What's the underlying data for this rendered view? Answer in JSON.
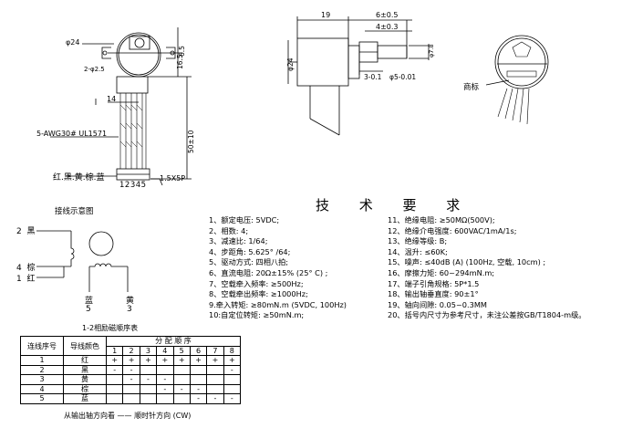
{
  "drawing": {
    "front_view": {
      "diameter_label": "φ24",
      "mount_hole_label": "2-φ2.5",
      "dim_14": "14",
      "dim_165": "16.5",
      "dim_65": "6.5",
      "dim_50": "50±10",
      "wire_label": "5-AWG30# UL1571",
      "wire_colors": "红.黑.黄.棕.蓝",
      "pin_numbers": "12345",
      "connector_label": "1.5X5P"
    },
    "side_view": {
      "dim_19": "19",
      "dim_6": "6±0.5",
      "dim_4": "4±0.3",
      "dim_phi24": "φ24",
      "dim_phi78": "φ7.8",
      "dim_3": "3-0.1",
      "dim_phi5": "φ5-0.01"
    },
    "back_view": {
      "trademark_label": "商标"
    }
  },
  "wiring": {
    "title": "接线示意图",
    "pins": [
      {
        "num": "2",
        "color": "黑"
      },
      {
        "num": "4",
        "color": "棕"
      },
      {
        "num": "1",
        "color": "红"
      }
    ],
    "bottom_pins": [
      {
        "color": "蓝",
        "num": "5"
      },
      {
        "color": "黄",
        "num": "3"
      }
    ],
    "caption": "1-2相励磁顺序表"
  },
  "spec_title": "技 术 要 求",
  "specs_left": [
    "1、额定电压: 5VDC;",
    "2、相数: 4;",
    "3、减速比: 1/64;",
    "4、步距角: 5.625° /64;",
    "5、驱动方式: 四相八拍;",
    "6、直流电阻: 20Ω±15% (25° C) ;",
    "7、空载牵入频率: ≥500Hz;",
    "8、空载牵出频率: ≥1000Hz;",
    "9.牵入转矩: ≥80mN.m (5VDC, 100Hz)",
    "10:自定位转矩: ≥50mN.m;"
  ],
  "specs_right": [
    "11、绝缘电阻: ≥50MΩ(500V);",
    "12、绝缘介电强度: 600VAC/1mA/1s;",
    "13、绝缘等级: B;",
    "14、温升: ≤60K;",
    "15、噪声: ≤40dB (A) (100Hz, 空载, 10cm) ;",
    "16、摩擦力矩: 60~294mN.m;",
    "17、端子引角规格: 5P*1.5",
    "18、输出轴垂直度: 90±1°",
    "19、轴向间隙: 0.05~0.3MM",
    "20、括号内尺寸为参考尺寸，未注公差按GB/T1804-m级。"
  ],
  "sequence_table": {
    "header_seq": "连线序号",
    "header_color": "导线颜色",
    "header_order": "分 配 顺 序",
    "steps": [
      "1",
      "2",
      "3",
      "4",
      "5",
      "6",
      "7",
      "8"
    ],
    "rows": [
      {
        "seq": "1",
        "color": "红",
        "cells": [
          "+",
          "+",
          "+",
          "+",
          "+",
          "+",
          "+",
          "+"
        ]
      },
      {
        "seq": "2",
        "color": "黑",
        "cells": [
          "-",
          "-",
          "",
          "",
          "",
          "",
          "",
          "-"
        ]
      },
      {
        "seq": "3",
        "color": "黄",
        "cells": [
          "",
          "-",
          "-",
          "-",
          "",
          "",
          "",
          ""
        ]
      },
      {
        "seq": "4",
        "color": "棕",
        "cells": [
          "",
          "",
          "",
          "-",
          "-",
          "-",
          "",
          ""
        ]
      },
      {
        "seq": "5",
        "color": "蓝",
        "cells": [
          "",
          "",
          "",
          "",
          "",
          "-",
          "-",
          "-"
        ]
      }
    ],
    "footer": "从输出轴方向看 —— 顺时针方向 (CW)"
  }
}
